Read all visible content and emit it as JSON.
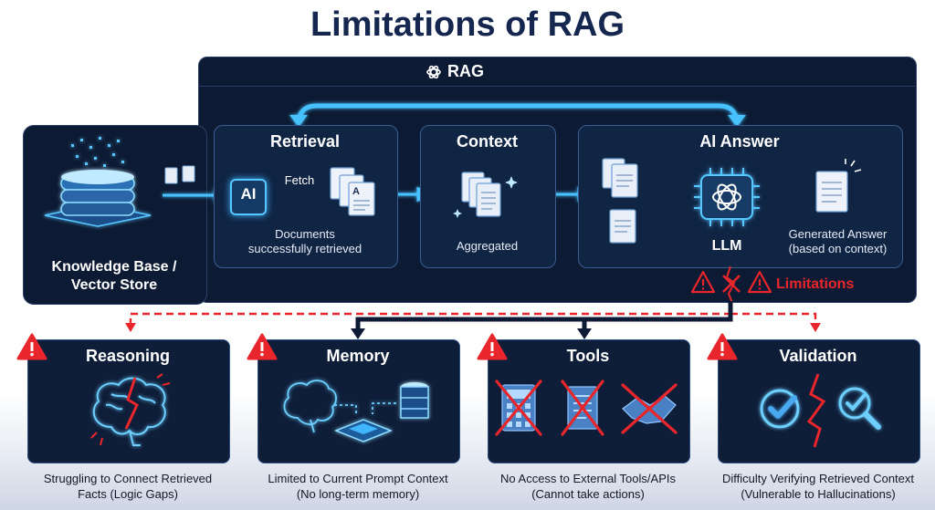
{
  "title": "Limitations of RAG",
  "rag_label": "RAG",
  "knowledge_base": {
    "label_line1": "Knowledge Base /",
    "label_line2": "Vector Store"
  },
  "retrieval": {
    "title": "Retrieval",
    "ai_chip": "AI",
    "fetch": "Fetch",
    "doc_letter": "A",
    "caption_line1": "Documents",
    "caption_line2": "successfully retrieved"
  },
  "context": {
    "title": "Context",
    "caption": "Aggregated"
  },
  "ai_answer": {
    "title": "AI Answer",
    "llm": "LLM",
    "caption_line1": "Generated Answer",
    "caption_line2": "(based on context)"
  },
  "limitations_label": "Limitations",
  "cards": [
    {
      "title": "Reasoning",
      "icon": "broken-brain-icon",
      "caption_line1": "Struggling to Connect Retrieved",
      "caption_line2": "Facts (Logic Gaps)"
    },
    {
      "title": "Memory",
      "icon": "brain-chip-database-icon",
      "caption_line1": "Limited to Current Prompt Context",
      "caption_line2": "(No long-term memory)"
    },
    {
      "title": "Tools",
      "icon": "crossed-tools-icon",
      "caption_line1": "No Access to External Tools/APIs",
      "caption_line2": "(Cannot take actions)"
    },
    {
      "title": "Validation",
      "icon": "broken-check-icon",
      "caption_line1": "Difficulty Verifying Retrieved Context",
      "caption_line2": "(Vulnerable to Hallucinations)"
    }
  ],
  "colors": {
    "navy": "#15264f",
    "panel": "#0d1a33",
    "glow": "#3fb6ff",
    "warning": "#e8262b"
  }
}
